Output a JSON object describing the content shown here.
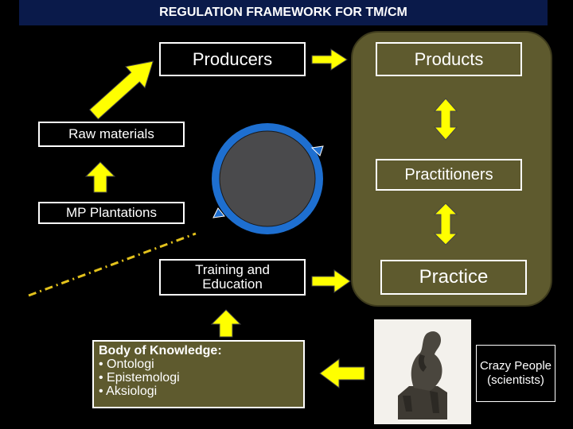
{
  "title": "REGULATION FRAMEWORK FOR TM/CM",
  "nodes": {
    "producers": "Producers",
    "products": "Products",
    "raw_materials": "Raw materials",
    "practitioners": "Practitioners",
    "mp_plantations": "MP Plantations",
    "training": "Training and Education",
    "practice": "Practice",
    "bok_heading": "Body of Knowledge:",
    "bok_items": [
      "• Ontologi",
      "• Epistemologi",
      "• Aksiologi"
    ],
    "crazy_people": "Crazy People (scientists)"
  },
  "colors": {
    "arrow_fill": "#ffff00",
    "box_fill": "#5e5a2e",
    "title_bar": "#0a1a4a",
    "cycle_ring": "#1e6fd0",
    "cycle_core": "#4a4a4c"
  }
}
